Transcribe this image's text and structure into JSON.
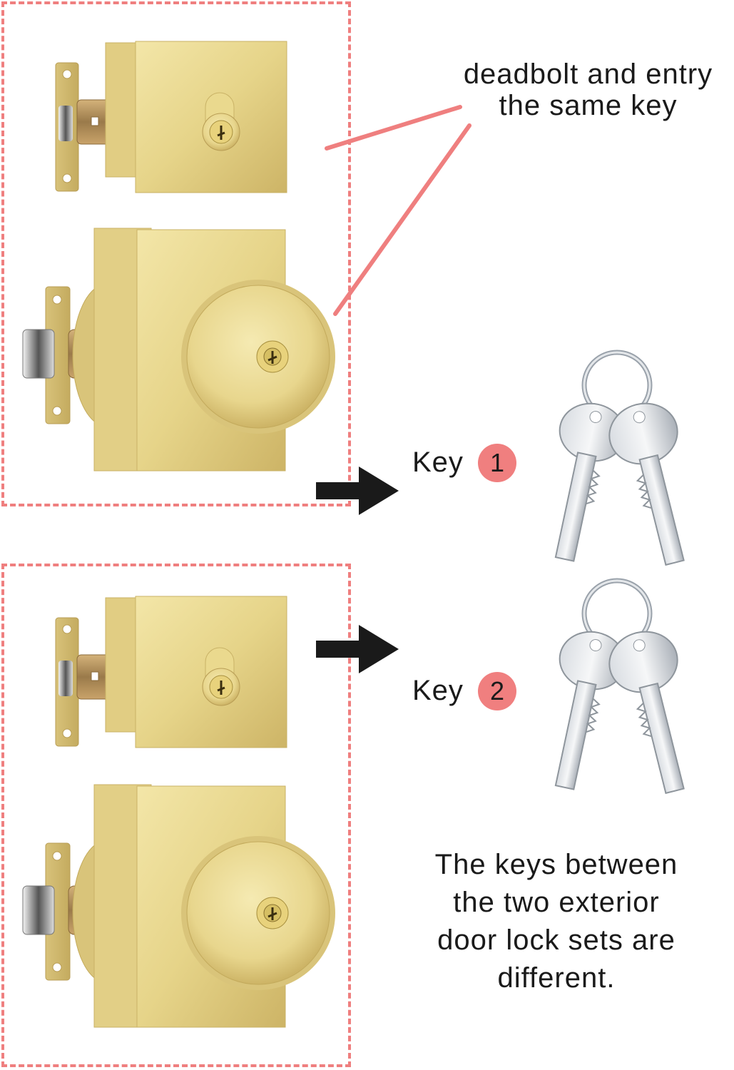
{
  "callout": {
    "line1": "deadbolt and entry",
    "line2": "the same key"
  },
  "key1": {
    "label": "Key",
    "number": "1"
  },
  "key2": {
    "label": "Key",
    "number": "2"
  },
  "note": {
    "line1": "The keys between",
    "line2": "the two exterior",
    "line3": "door lock sets are",
    "line4": "different."
  },
  "colors": {
    "dash": "#ef7f7f",
    "badge": "#f07f7f",
    "brass": "#e6d489",
    "arrow": "#1a1a1a"
  },
  "icons": [
    "deadbolt-lock",
    "knob-lock",
    "arrow-right",
    "key-ring"
  ]
}
